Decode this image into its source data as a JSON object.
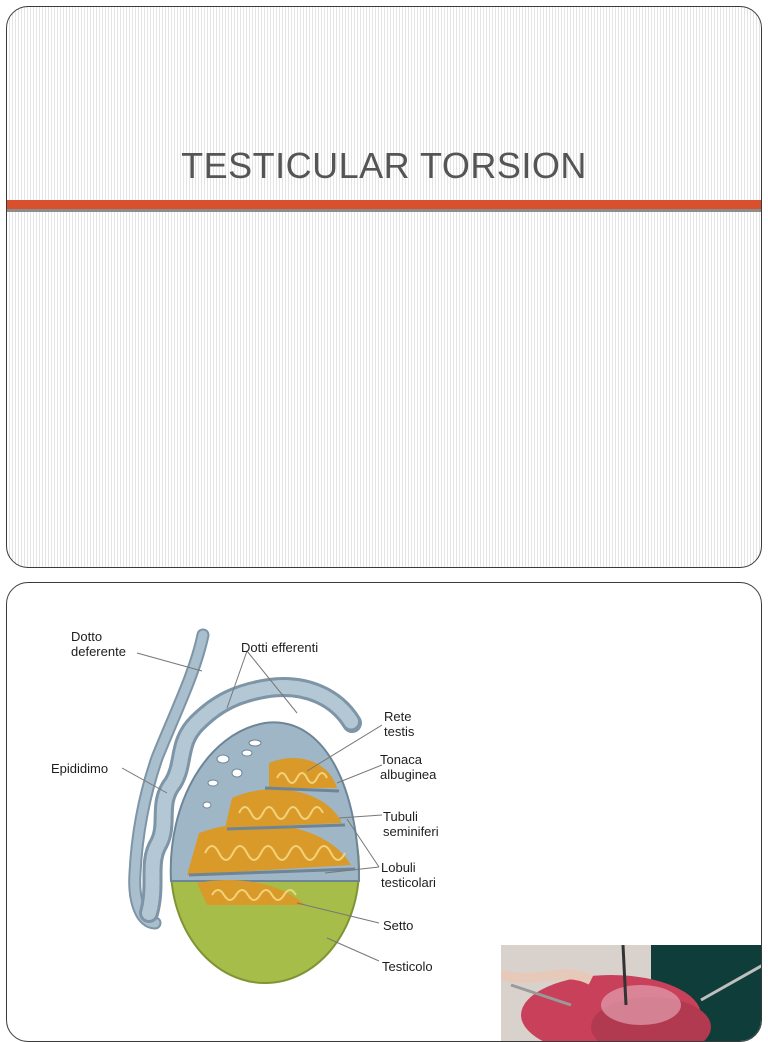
{
  "slide1": {
    "title": "TESTICULAR TORSION"
  },
  "slide2": {
    "labels": {
      "dotto_deferente": "Dotto\ndeferente",
      "dotti_efferenti": "Dotti efferenti",
      "rete_testis": "Rete\ntestis",
      "epididimo": "Epididimo",
      "tonaca_albuginea": "Tonaca\nalbuginea",
      "tubuli_seminiferi": "Tubuli\nseminiferi",
      "lobuli_testicolari": "Lobuli\ntesticolari",
      "setto": "Setto",
      "testicolo": "Testicolo"
    }
  },
  "colors": {
    "accent_rule": "#d9512c",
    "duct_blue": "#9fb6c6",
    "tubule_orange": "#d99a2a",
    "testis_green": "#a6bd4a"
  }
}
